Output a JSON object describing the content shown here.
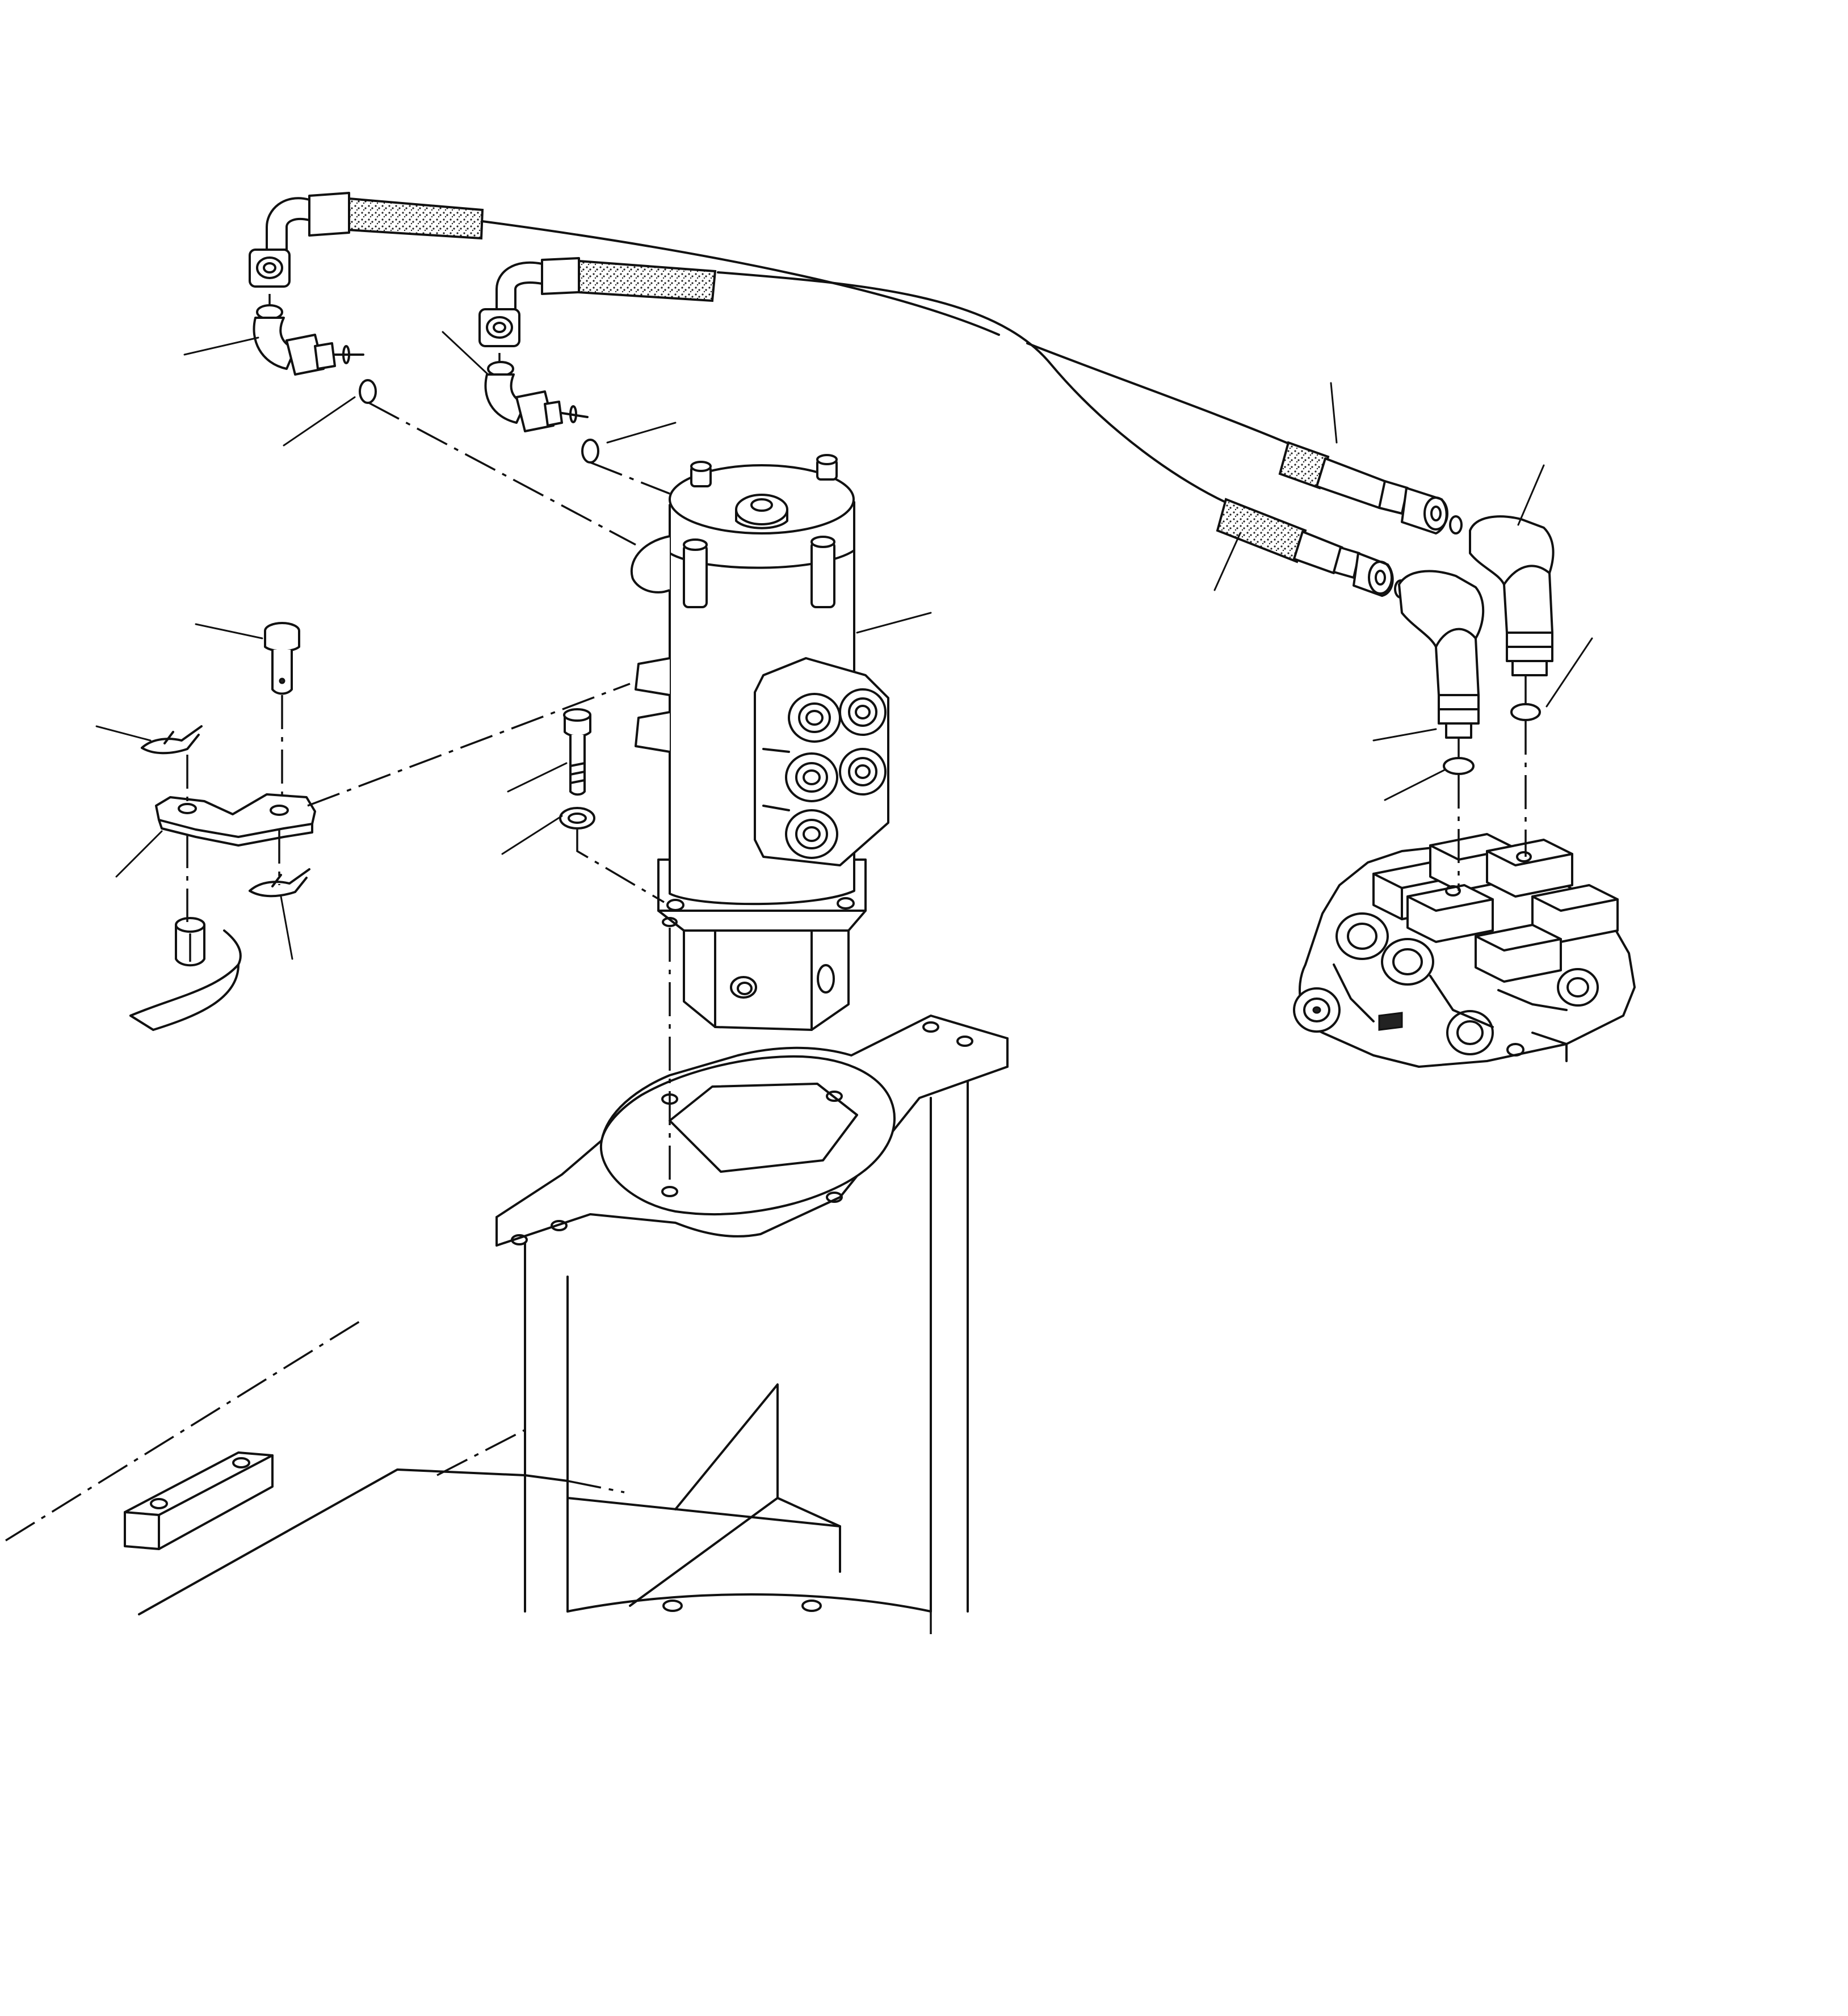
{
  "diagram": {
    "kind": "exploded parts view",
    "components": [
      "swivel-joint",
      "hydraulic-hose-upper",
      "hydraulic-hose-lower",
      "elbow-fitting-left",
      "elbow-fitting-center",
      "elbow-fitting-right",
      "elbow-fitting-far-right",
      "o-ring",
      "mounting-bolt",
      "washer",
      "stop-plate",
      "pin",
      "cotter-pin",
      "control-valve",
      "mounting-frame",
      "base-plate"
    ],
    "line_color": "#111111",
    "background_color": "#ffffff"
  }
}
